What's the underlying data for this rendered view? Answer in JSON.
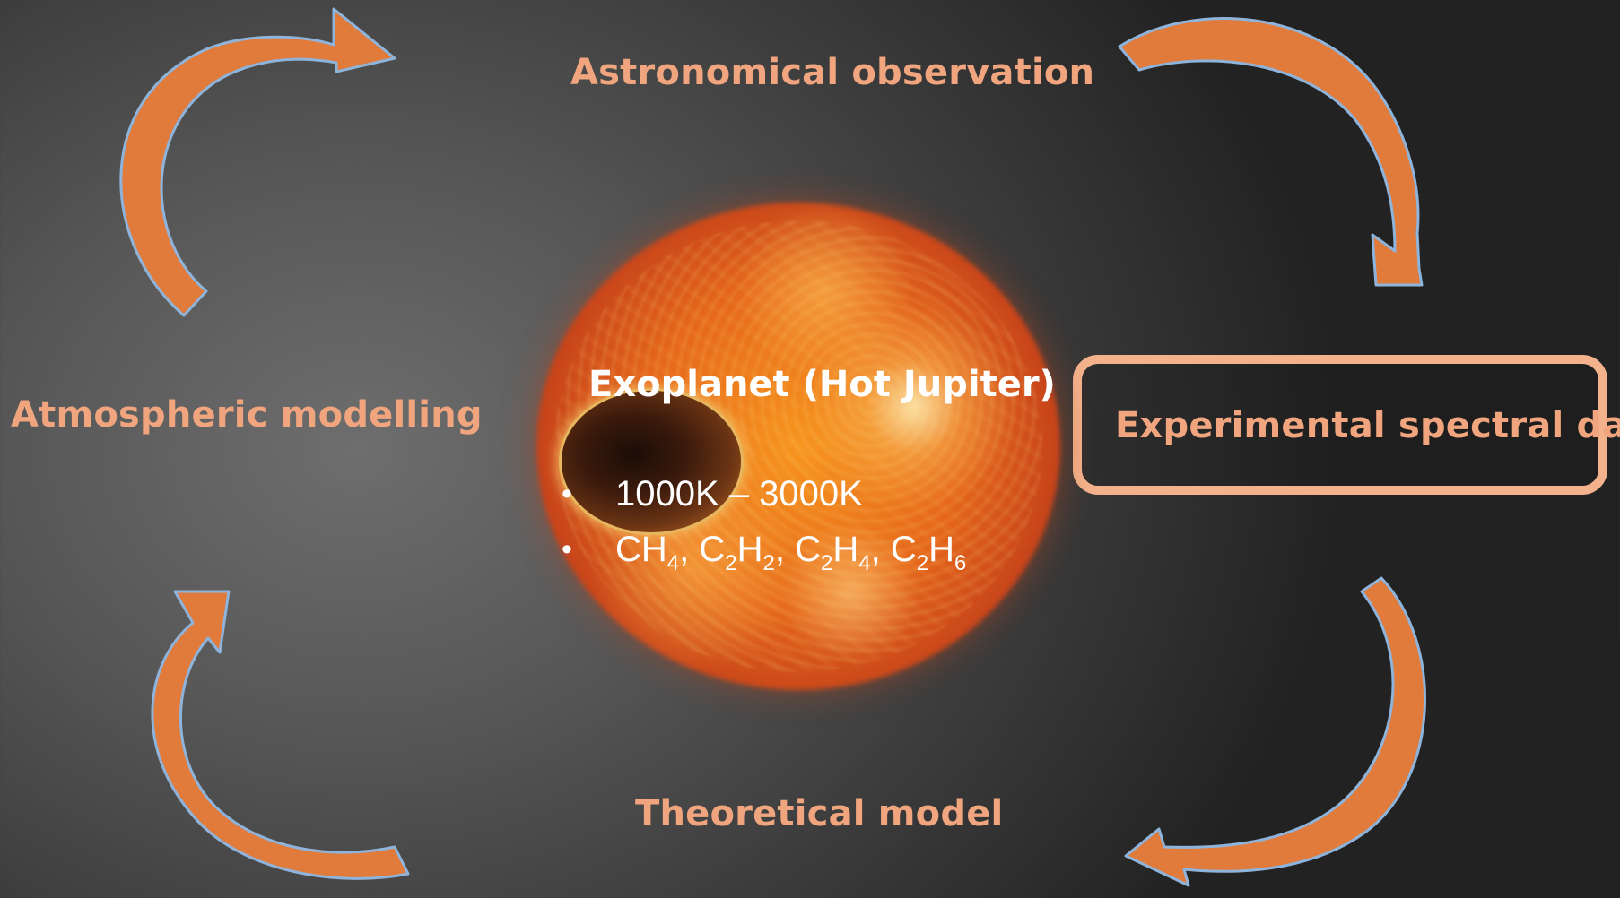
{
  "labels": {
    "top": "Astronomical observation",
    "left": "Atmospheric modelling",
    "bottom": "Theoretical model",
    "right": "Experimental spectral data"
  },
  "center": {
    "title": "Exoplanet (Hot Jupiter)",
    "bullets": [
      {
        "bullet": "•",
        "text": "1000K – 3000K"
      },
      {
        "bullet": "•",
        "formula": [
          {
            "t": "CH",
            "sub": "4"
          },
          {
            "t": ", C",
            "sub": "2"
          },
          {
            "t": "H",
            "sub": "2"
          },
          {
            "t": ", C",
            "sub": "2"
          },
          {
            "t": "H",
            "sub": "4"
          },
          {
            "t": ", C",
            "sub": "2"
          },
          {
            "t": "H",
            "sub": "6"
          }
        ]
      }
    ]
  },
  "colors": {
    "arrow_fill": "#e07b3c",
    "arrow_outline": "#8fb4dc",
    "label_text": "#f0a57e",
    "box_border": "#f3b28c",
    "center_text": "#ffffff"
  }
}
